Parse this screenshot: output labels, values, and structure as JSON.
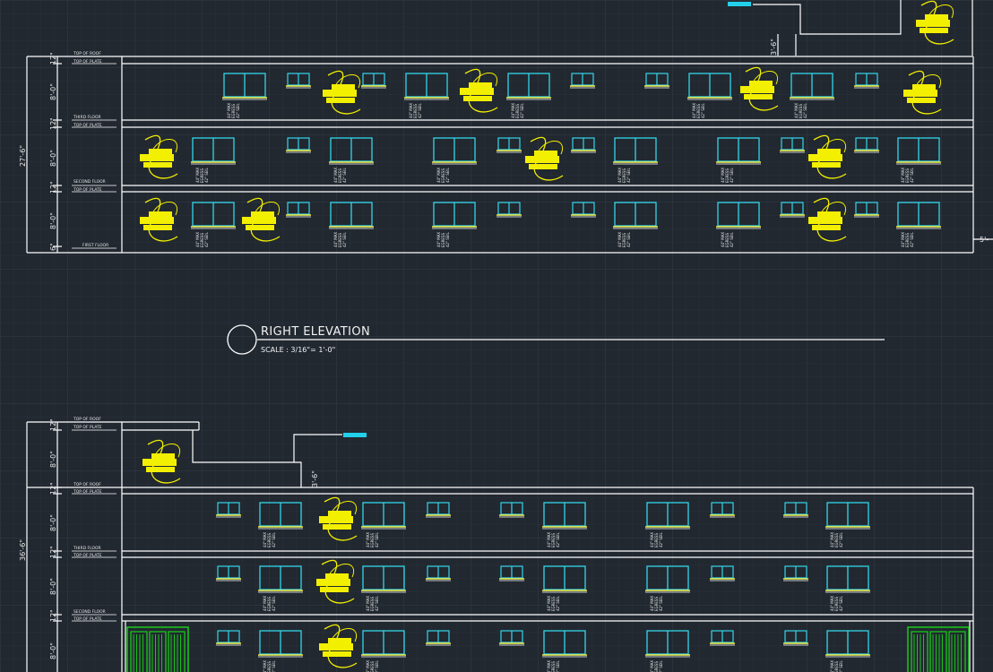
{
  "view": {
    "title": "RIGHT ELEVATION",
    "scale": "SCALE : 3/16\"= 1'-0\""
  },
  "colors": {
    "background": "#212830",
    "grid": "#2c3440",
    "line": "#ffffff",
    "window_frame": "#33d6ea",
    "window_sill": "#f4ee4a",
    "symbol": "#f3ef00",
    "door": "#19d419",
    "marker": "#22d0ea"
  },
  "levels": {
    "top_of_roof": "TOP OF ROOF",
    "top_of_plate": "TOP OF PLATE",
    "third_floor": "THIRD FLOOR",
    "second_floor": "SECOND FLOOR",
    "first_floor": "FIRST FLOOR"
  },
  "dimensions": {
    "twelve_in": "12\"",
    "floor_height": "8'-0\"",
    "six_in": "6\"",
    "parapet": "3'-6\"",
    "total_upper": "27'-6\"",
    "total_lower": "36'-6\"",
    "right_edge": "5'-"
  },
  "window_note": {
    "line1": "44\" MAX",
    "line2": "EGRESS",
    "line3": "42\" SEIL"
  },
  "icons": [
    "hatch-symbol-icon",
    "marker-icon",
    "double-door-icon",
    "section-circle-icon"
  ]
}
